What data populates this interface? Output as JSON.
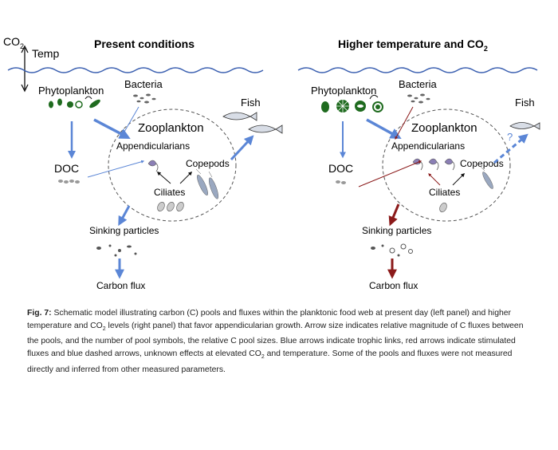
{
  "left_panel": {
    "title": "Present conditions",
    "co2_label": "CO",
    "co2_sub": "2",
    "temp_label": "Temp",
    "phytoplankton": "Phytoplankton",
    "bacteria": "Bacteria",
    "zooplankton": "Zooplankton",
    "appendicularians": "Appendicularians",
    "copepods": "Copepods",
    "ciliates": "Ciliates",
    "fish": "Fish",
    "doc": "DOC",
    "sinking_particles": "Sinking particles",
    "carbon_flux": "Carbon flux"
  },
  "right_panel": {
    "title": "Higher temperature and CO",
    "title_sub": "2",
    "phytoplankton": "Phytoplankton",
    "bacteria": "Bacteria",
    "zooplankton": "Zooplankton",
    "appendicularians": "Appendicularians",
    "copepods": "Copepods",
    "ciliates": "Ciliates",
    "fish": "Fish",
    "unknown_mark": "?",
    "doc": "DOC",
    "sinking_particles": "Sinking particles",
    "carbon_flux": "Carbon flux"
  },
  "caption": {
    "label": "Fig. 7:",
    "text_1": " Schematic model illustrating carbon (C) pools and fluxes within the planktonic food web at present day (left panel) and higher temperature and CO",
    "sub": "2",
    "text_2": " levels (right panel) that favor appendicularian growth. Arrow size indicates relative magnitude of C fluxes between the pools, and the number of pool symbols, the relative C pool sizes. Blue arrows indicate trophic links, red arrows indicate stimulated fluxes and blue dashed arrows, unknown effects at elevated CO",
    "sub2": "2",
    "text_3": " and temperature. Some of the pools and fluxes were not measured directly and inferred from other measured parameters."
  },
  "colors": {
    "trophic_blue": "#5b86d6",
    "stimulated_red": "#8b1a1a",
    "wave_blue": "#3a5fb0",
    "phyto_green": "#1f6b1f"
  }
}
